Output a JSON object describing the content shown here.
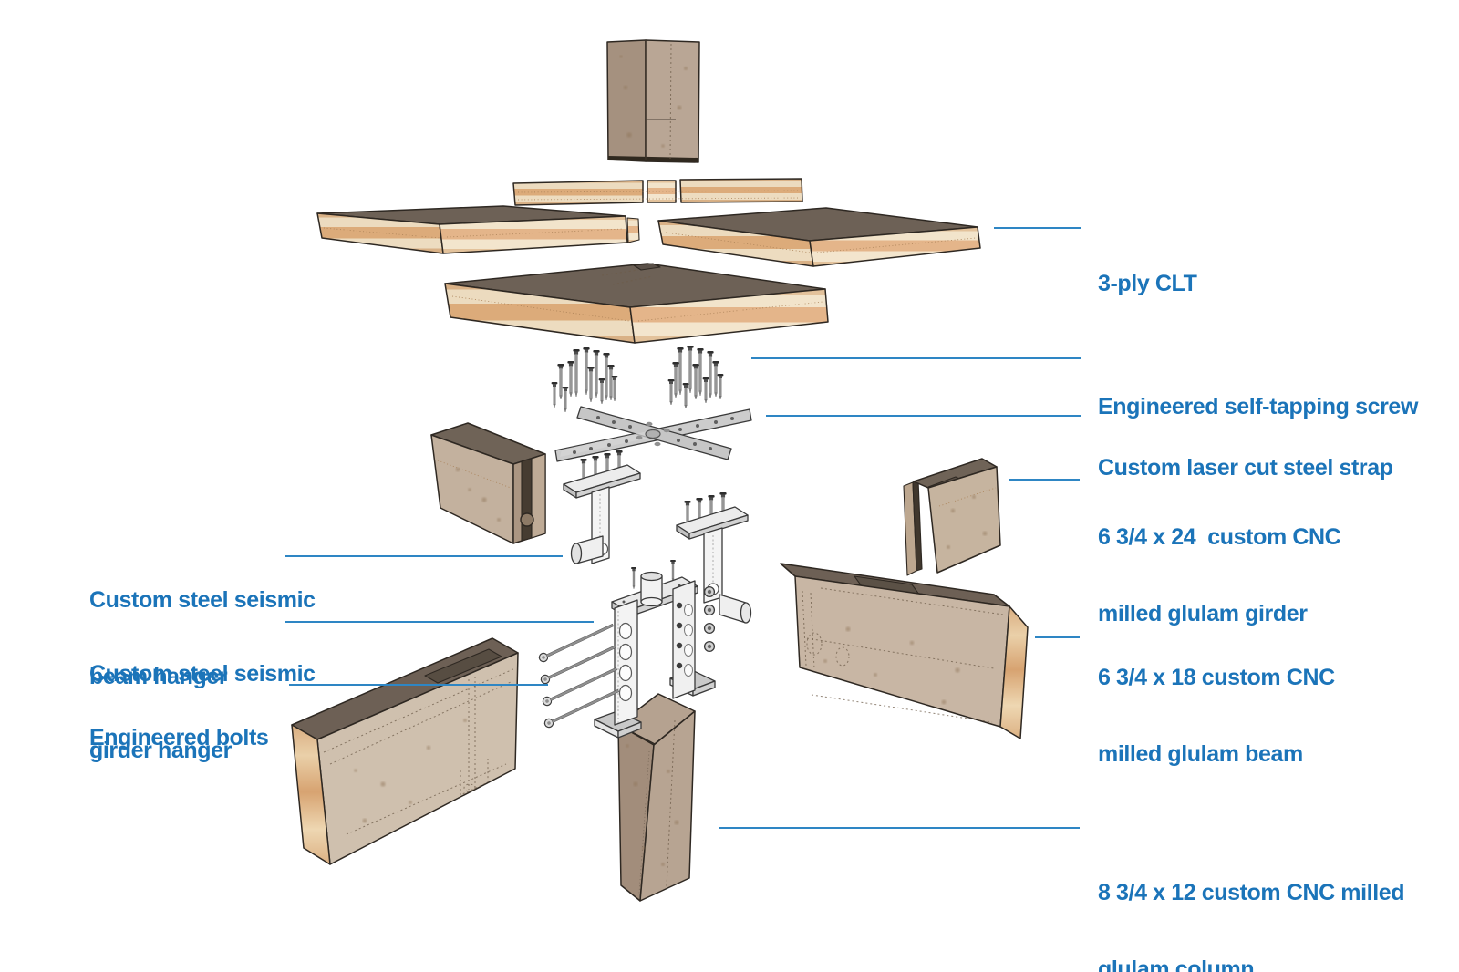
{
  "labels": {
    "clt": {
      "text": "3-ply CLT"
    },
    "screw": {
      "text": "Engineered self-tapping screw"
    },
    "strap": {
      "text": "Custom laser cut steel strap"
    },
    "girder": {
      "line1": "6 3/4 x 24  custom CNC",
      "line2": "milled glulam girder"
    },
    "beam": {
      "line1": "6 3/4 x 18 custom CNC",
      "line2": "milled glulam beam"
    },
    "column": {
      "line1": "8 3/4 x 12 custom CNC milled",
      "line2": "glulam column"
    },
    "beam_hanger": {
      "line1": "Custom steel seismic",
      "line2": "beam hanger"
    },
    "girder_hanger": {
      "line1": "Custom steel seismic",
      "line2": "girder hanger"
    },
    "bolts": {
      "text": "Engineered bolts"
    }
  },
  "palette": {
    "label_text": "#1b74b9",
    "leader_line": "#2e86c4",
    "wood_top_face": "#6d6156",
    "glulam_face": "#cdbcaa",
    "glulam_end": "#d9ad80",
    "clt_cream": "#ecdbbf",
    "clt_tan": "#dcab7a",
    "steel": "#ededed",
    "outline": "#2e2822",
    "background": "#ffffff"
  }
}
